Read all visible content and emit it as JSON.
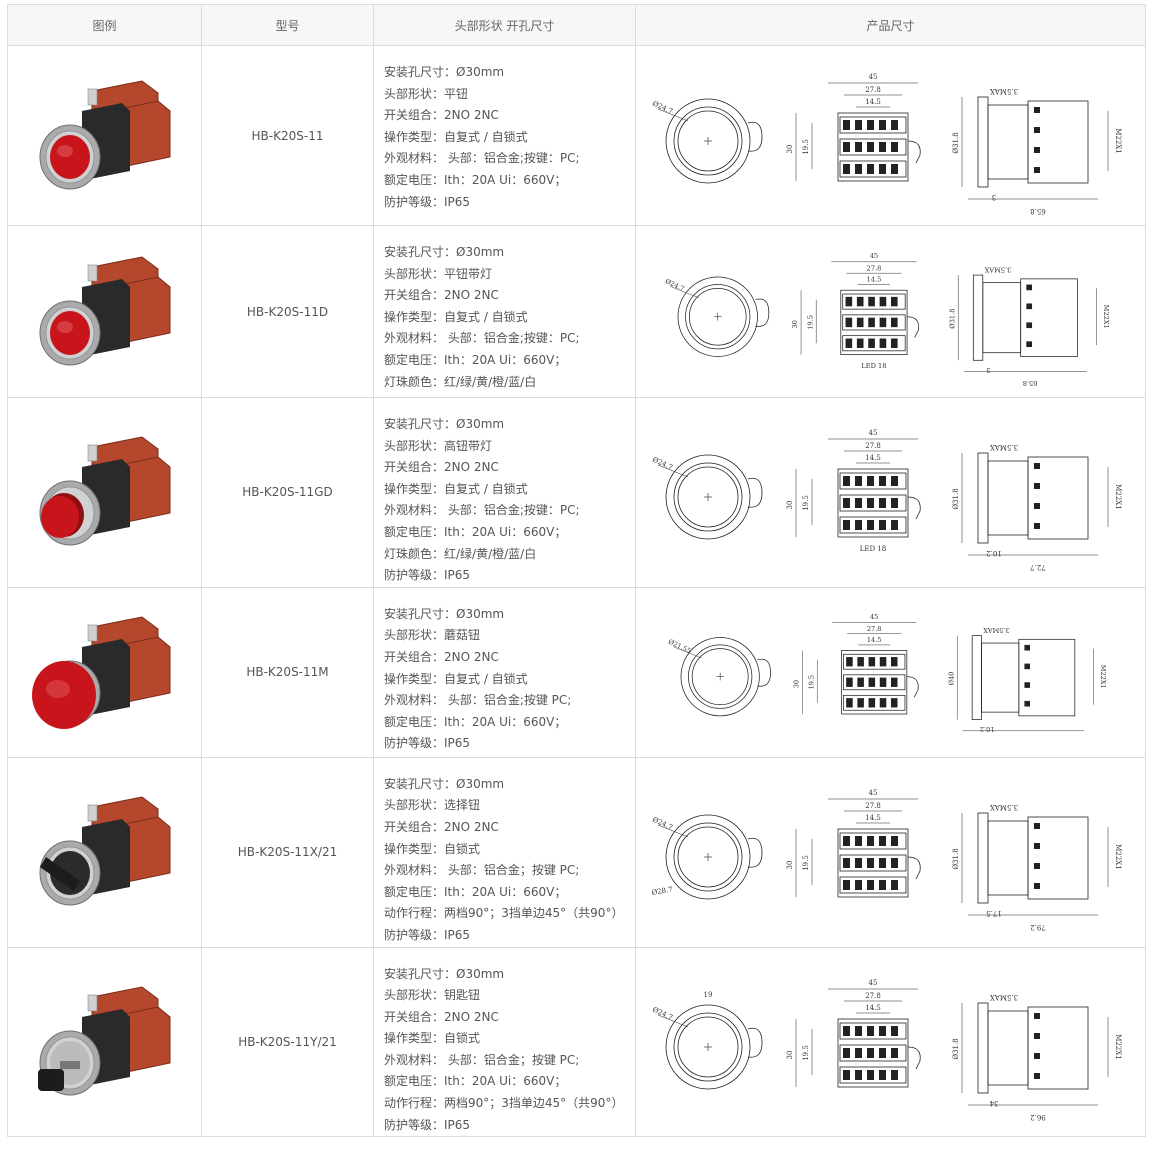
{
  "header": {
    "col_image": "图例",
    "col_model": "型号",
    "col_head": "头部形状  开孔尺寸",
    "col_dim": "产品尺寸"
  },
  "rows": [
    {
      "model": "HB-K20S-11",
      "button_style": "flat",
      "button_color": "#c8151b",
      "specs": [
        "安装孔尺寸：Ø30mm",
        "头部形状：平钮",
        "开关组合：2NO 2NC",
        "操作类型：自复式 / 自锁式",
        "外观材料： 头部：铝合金;按键：PC;",
        "额定电压：Ith：20A Ui：660V；",
        "防护等级：IP65"
      ],
      "dims": {
        "front_dia": "Ø24.7",
        "top": "45",
        "mid": "27.8",
        "inner": "14.5",
        "h1": "30",
        "h2": "19.5",
        "led": "",
        "side_top": "3.5MAX",
        "side_dia": "Ø31.8",
        "side_thread": "M22X1",
        "side_small": "3",
        "side_len": "65.8",
        "key_w": "",
        "front_dia2": ""
      }
    },
    {
      "model": "HB-K20S-11D",
      "button_style": "flat",
      "button_color": "#c8151b",
      "specs": [
        "安装孔尺寸：Ø30mm",
        "头部形状：平钮带灯",
        "开关组合：2NO 2NC",
        "操作类型：自复式 / 自锁式",
        "外观材料： 头部：铝合金;按键：PC;",
        "额定电压：Ith：20A Ui：660V；",
        "灯珠颜色：红/绿/黄/橙/蓝/白"
      ],
      "dims": {
        "front_dia": "Ø24.7",
        "top": "45",
        "mid": "27.8",
        "inner": "14.5",
        "h1": "30",
        "h2": "19.5",
        "led": "LED 18",
        "side_top": "3.5MAX",
        "side_dia": "Ø31.8",
        "side_thread": "M22X1",
        "side_small": "3",
        "side_len": "65.8",
        "key_w": "",
        "front_dia2": ""
      }
    },
    {
      "model": "HB-K20S-11GD",
      "button_style": "raised",
      "button_color": "#c8151b",
      "specs": [
        "安装孔尺寸：Ø30mm",
        "头部形状：高钮带灯",
        "开关组合：2NO 2NC",
        "操作类型：自复式 / 自锁式",
        "外观材料： 头部：铝合金;按键：PC;",
        "额定电压：Ith：20A Ui：660V；",
        "灯珠颜色：红/绿/黄/橙/蓝/白",
        "防护等级：IP65"
      ],
      "dims": {
        "front_dia": "Ø24.7",
        "top": "45",
        "mid": "27.8",
        "inner": "14.5",
        "h1": "30",
        "h2": "19.5",
        "led": "LED 18",
        "side_top": "3.5MAX",
        "side_dia": "Ø31.8",
        "side_thread": "M22X1",
        "side_small": "10.2",
        "side_len": "72.7",
        "key_w": "",
        "front_dia2": ""
      }
    },
    {
      "model": "HB-K20S-11M",
      "button_style": "mushroom",
      "button_color": "#c8151b",
      "specs": [
        "安装孔尺寸：Ø30mm",
        "头部形状：蘑菇钮",
        "开关组合：2NO 2NC",
        "操作类型：自复式 / 自锁式",
        "外观材料： 头部：铝合金;按键 PC;",
        "额定电压：Ith：20A Ui：660V；",
        "防护等级：IP65"
      ],
      "dims": {
        "front_dia": "Ø21.55",
        "top": "45",
        "mid": "27.8",
        "inner": "14.5",
        "h1": "30",
        "h2": "19.5",
        "led": "",
        "side_top": "3.5MAX",
        "side_dia": "Ø40",
        "side_thread": "M22X1",
        "side_small": "10.2",
        "side_len": "",
        "key_w": "",
        "front_dia2": ""
      }
    },
    {
      "model": "HB-K20S-11X/21",
      "button_style": "selector",
      "button_color": "#1c1c1c",
      "specs": [
        "安装孔尺寸：Ø30mm",
        "头部形状：选择钮",
        "开关组合：2NO 2NC",
        "操作类型：自锁式",
        "外观材料： 头部：铝合金；按键 PC;",
        "额定电压：Ith：20A Ui：660V；",
        "动作行程：两档90°；3挡单边45°（共90°）",
        "防护等级：IP65"
      ],
      "dims": {
        "front_dia": "Ø24.7",
        "top": "45",
        "mid": "27.8",
        "inner": "14.5",
        "h1": "30",
        "h2": "19.5",
        "led": "",
        "side_top": "3.5MAX",
        "side_dia": "Ø31.8",
        "side_thread": "M22X1",
        "side_small": "17.5",
        "side_len": "79.2",
        "key_w": "",
        "front_dia2": "Ø28.7"
      }
    },
    {
      "model": "HB-K20S-11Y/21",
      "button_style": "key",
      "button_color": "#1c1c1c",
      "specs": [
        "安装孔尺寸：Ø30mm",
        "头部形状：钥匙钮",
        "开关组合：2NO 2NC",
        "操作类型：自锁式",
        "外观材料： 头部：铝合金；按键 PC;",
        "额定电压：Ith：20A Ui：660V；",
        "动作行程：两档90°；3挡单边45°（共90°）",
        "防护等级：IP65"
      ],
      "dims": {
        "front_dia": "Ø24.7",
        "top": "45",
        "mid": "27.8",
        "inner": "14.5",
        "h1": "30",
        "h2": "19.5",
        "led": "",
        "side_top": "3.5MAX",
        "side_dia": "Ø31.8",
        "side_thread": "M22X1",
        "side_small": "34",
        "side_len": "96.2",
        "key_w": "19",
        "front_dia2": ""
      }
    }
  ],
  "colors": {
    "border": "#dcdcdc",
    "header_bg": "#f7f7f7",
    "text": "#555555",
    "terminal": "#b5482c",
    "housing": "#2a2a2a",
    "metal": "#a8aaac"
  }
}
